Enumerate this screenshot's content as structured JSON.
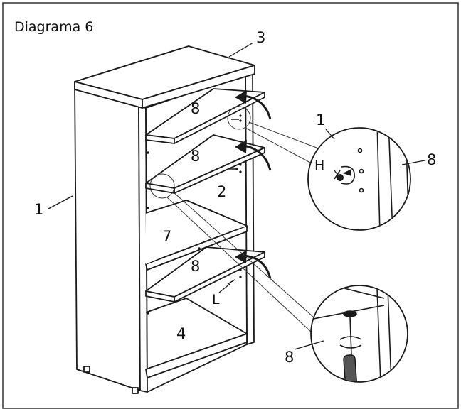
{
  "diagram": {
    "title": "Diagrama 6",
    "labels": {
      "side_panel": "1",
      "side_panel_detail": "1",
      "back_panel": "2",
      "top_panel": "3",
      "bottom_panel": "4",
      "fixed_shelf": "7",
      "shelf_top": "8",
      "shelf_middle": "8",
      "shelf_lower": "8",
      "shelf_detail_top": "8",
      "shelf_detail_bottom": "8",
      "shelf_pin": "H",
      "pin_hole": "L"
    }
  }
}
